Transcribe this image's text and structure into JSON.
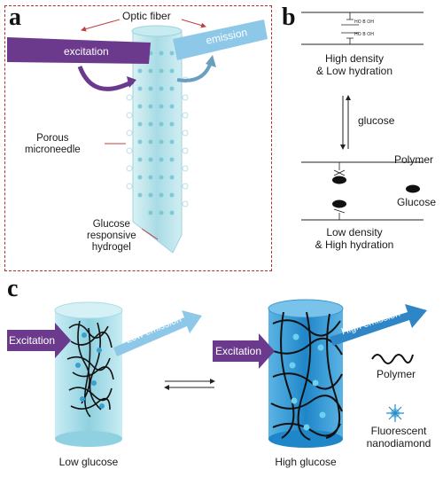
{
  "panel_a": {
    "letter": "a",
    "optic_fiber": "Optic fiber",
    "excitation": "excitation",
    "emission": "emission",
    "porous_microneedle": "Porous\nmicroneedle",
    "glucose_hydrogel": "Glucose\nresponsive\nhydrogel"
  },
  "panel_b": {
    "letter": "b",
    "high_density": "High density\n& Low hydration",
    "glucose_arrow": "glucose",
    "polymer": "Polymer",
    "glucose": "Glucose",
    "low_density": "Low density\n& High hydration"
  },
  "panel_c": {
    "letter": "c",
    "excitation_left": "Excitation",
    "low_emission": "Low emission",
    "excitation_right": "Excitation",
    "high_emission": "High emission",
    "polymer": "Polymer",
    "fluorescent": "Fluorescent\nnanodiamond",
    "low_glucose": "Low glucose",
    "high_glucose": "High glucose"
  },
  "colors": {
    "purple": "#6b3a8c",
    "blue_fiber": "#8ec8e8",
    "red_dashed": "#b0302b",
    "cyan_light": "#bfe6ee",
    "blue_dark": "#2f86c7"
  }
}
